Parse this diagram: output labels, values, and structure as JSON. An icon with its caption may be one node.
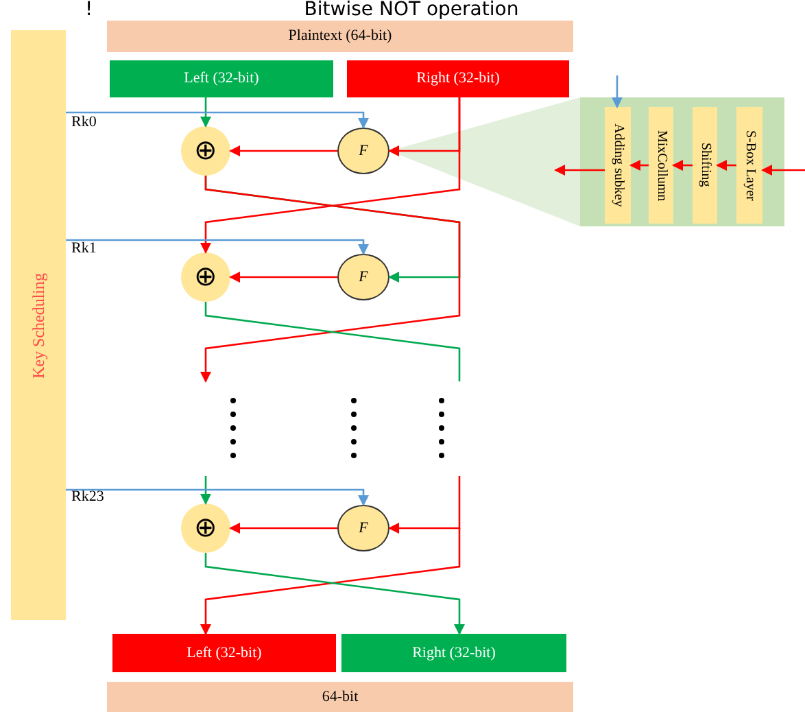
{
  "diagram": {
    "title": "Bitwise NOT operation",
    "nodes": [
      {
        "text": [
          "Key Scheduling"
        ]
      },
      {
        "text": [
          "Plaintext (64-bit)"
        ]
      },
      {
        "text": [
          "Left (32-bit)"
        ]
      },
      {
        "text": [
          "Right (32-bit)"
        ]
      },
      {
        "text": [
          "⊕"
        ]
      },
      {
        "text": [
          "F"
        ]
      },
      {
        "text": [],
        "shape": "box"
      },
      {
        "text": [
          "Adding subkey"
        ],
        "in": 6
      },
      {
        "text": [
          "MixCollumn"
        ],
        "in": 6
      },
      {
        "text": [
          "Shifting"
        ],
        "in": 6
      },
      {
        "text": [
          "S-Box Layer"
        ],
        "in": 6
      },
      {
        "text": [
          "⊕"
        ]
      },
      {
        "text": [
          "F"
        ]
      },
      {
        "text": [
          "⊕"
        ]
      },
      {
        "text": [
          "F"
        ]
      },
      {
        "text": [
          "Left (32-bit)"
        ]
      },
      {
        "text": [
          "Right (32-bit)"
        ]
      },
      {
        "text": [
          "64-bit"
        ]
      }
    ],
    "edges": [
      {
        "from": 2,
        "to": 4,
        "arrow": "to",
        "color": "#00a94f"
      },
      {
        "from": 0,
        "to": 5,
        "arrow": "to",
        "color": "#5b9bd5"
      },
      {
        "from": 3,
        "to": 5,
        "arrow": "to"
      },
      {
        "from": 5,
        "to": 4,
        "arrow": "to"
      },
      {
        "from": 3,
        "to": 11,
        "arrow": "to"
      },
      {
        "from": 4,
        "to": 12,
        "arrow": "to",
        "color": "#00a94f"
      },
      {
        "from": 0,
        "to": 12,
        "arrow": "to",
        "color": "#5b9bd5"
      },
      {
        "from": 12,
        "to": 11,
        "arrow": "to"
      },
      {
        "from": 4,
        "to": null,
        "arrow": "to"
      },
      {
        "from": 11,
        "to": null,
        "arrow": "none",
        "color": "#00a94f"
      },
      {
        "from": null,
        "to": 13,
        "arrow": "to",
        "color": "#00a94f"
      },
      {
        "from": null,
        "to": 14,
        "arrow": "to"
      },
      {
        "from": 0,
        "to": 14,
        "arrow": "to",
        "color": "#5b9bd5"
      },
      {
        "from": 14,
        "to": 13,
        "arrow": "to"
      },
      {
        "from": null,
        "to": 15,
        "arrow": "to"
      },
      {
        "from": 13,
        "to": 16,
        "arrow": "to",
        "color": "#00a94f"
      },
      {
        "from": null,
        "to": 10,
        "arrow": "to"
      },
      {
        "from": 10,
        "to": 9,
        "arrow": "to"
      },
      {
        "from": 9,
        "to": 8,
        "arrow": "to"
      },
      {
        "from": 8,
        "to": 7,
        "arrow": "to"
      },
      {
        "from": 7,
        "to": null,
        "arrow": "to"
      },
      {
        "from": null,
        "to": 7,
        "arrow": "to",
        "color": "#5b9bd5"
      }
    ],
    "labels": [
      "!",
      "Rk0",
      "Rk1",
      "Rk23"
    ]
  }
}
